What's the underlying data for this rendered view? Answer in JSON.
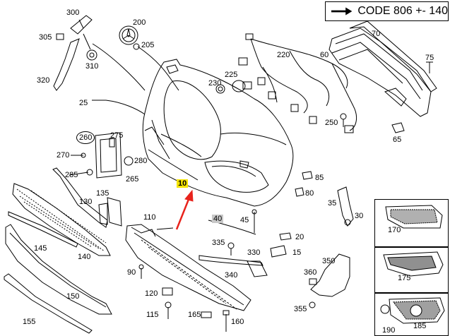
{
  "code_box": {
    "text": "CODE 806 +- 140"
  },
  "labels": {
    "p300": "300",
    "p305": "305",
    "p310": "310",
    "p320": "320",
    "p200": "200",
    "p205": "205",
    "p25": "25",
    "p260": "260",
    "p275": "275",
    "p270": "270",
    "p280": "280",
    "p285": "285",
    "p265": "265",
    "p135": "135",
    "p130": "130",
    "p145": "145",
    "p140": "140",
    "p150": "150",
    "p155": "155",
    "p110": "110",
    "p10": "10",
    "p90": "90",
    "p120": "120",
    "p115": "115",
    "p165": "165",
    "p160": "160",
    "p220": "220",
    "p225": "225",
    "p230": "230",
    "p250": "250",
    "p70": "70",
    "p60": "60",
    "p75": "75",
    "p65": "65",
    "p85": "85",
    "p80": "80",
    "p35": "35",
    "p30": "30",
    "p40": "40",
    "p45": "45",
    "p20": "20",
    "p15": "15",
    "p335": "335",
    "p330": "330",
    "p340": "340",
    "p350": "350",
    "p360": "360",
    "p355": "355",
    "p170": "170",
    "p175": "175",
    "p185": "185",
    "p190": "190"
  },
  "colors": {
    "highlight": "#f5e400",
    "arrow": "#e8231c",
    "line": "#000000"
  }
}
